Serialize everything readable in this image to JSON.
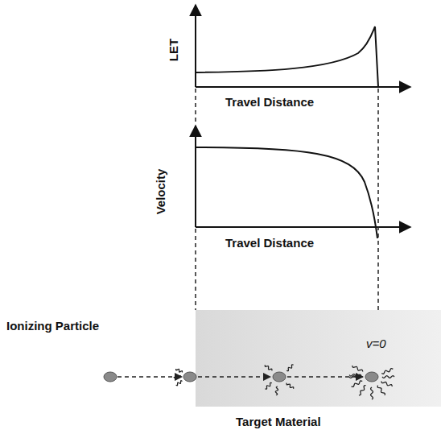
{
  "diagram": {
    "nodes": [
      {
        "text": [
          "v=0",
          "Target Material"
        ]
      }
    ],
    "labels": [
      "LET",
      "Travel Distance",
      "Velocity",
      "Travel Distance",
      "Ionizing Particle"
    ]
  }
}
